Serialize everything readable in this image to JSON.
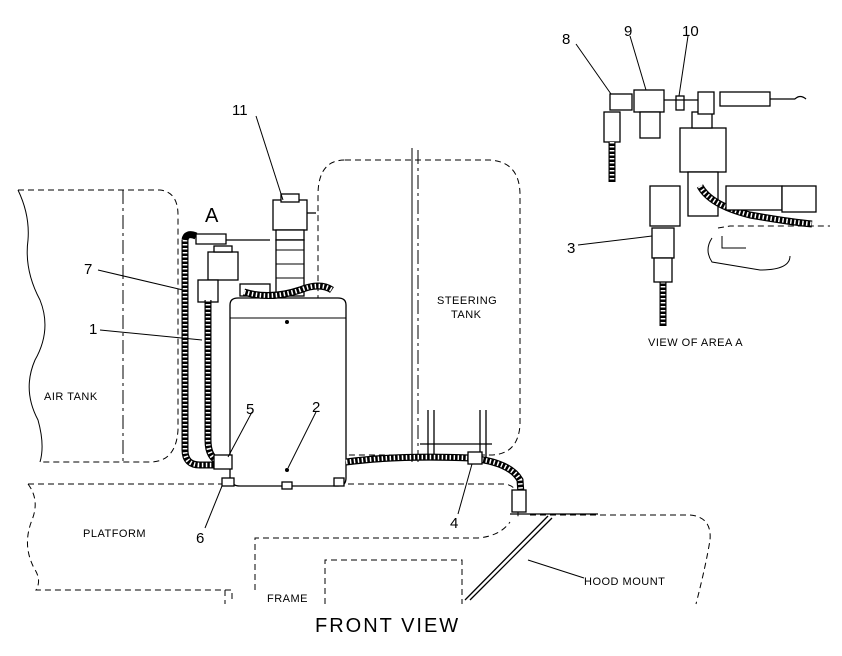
{
  "callouts": {
    "c1": "1",
    "c2": "2",
    "c3": "3",
    "c4": "4",
    "c5": "5",
    "c6": "6",
    "c7": "7",
    "c8": "8",
    "c9": "9",
    "c10": "10",
    "c11": "11"
  },
  "labels": {
    "area_marker": "A",
    "air_tank": "AIR TANK",
    "steering_tank_line1": "STEERING",
    "steering_tank_line2": "TANK",
    "platform": "PLATFORM",
    "frame": "FRAME",
    "hood_mount": "HOOD MOUNT",
    "view_of_area": "VIEW OF AREA A",
    "front_view": "FRONT VIEW"
  }
}
